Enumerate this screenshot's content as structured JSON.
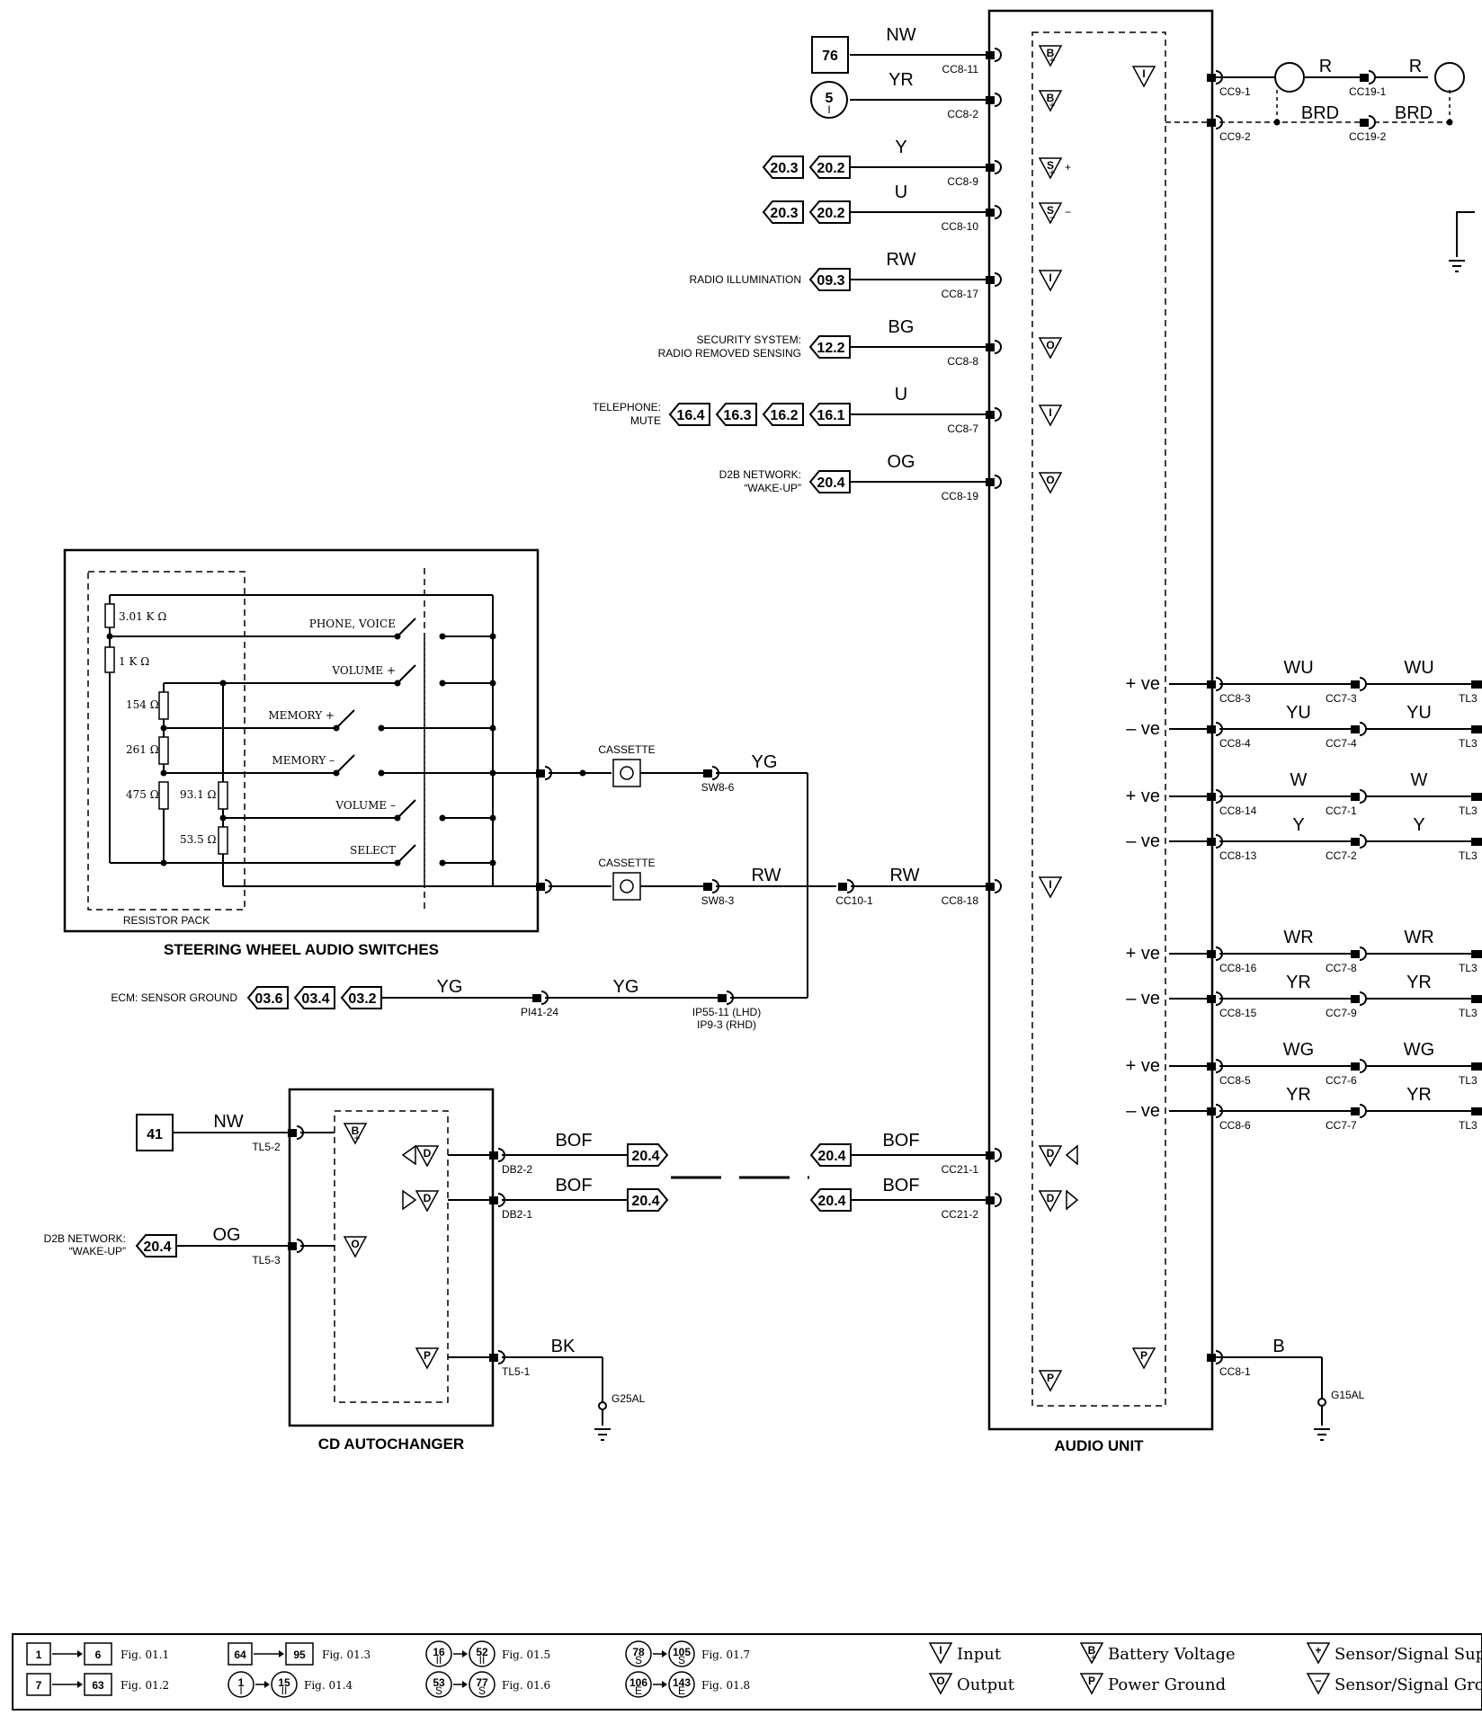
{
  "blocks": {
    "audio_unit": "AUDIO UNIT",
    "cd_autochanger": "CD AUTOCHANGER",
    "steering_switches": "STEERING WHEEL AUDIO SWITCHES",
    "resistor_pack": "RESISTOR PACK"
  },
  "audio_left_wires": [
    {
      "src": {
        "type": "square",
        "text": "76"
      },
      "wire": "NW",
      "conn": "CC8-11",
      "sym": "B",
      "pol": "+"
    },
    {
      "src": {
        "type": "circle",
        "text": "5",
        "sub": "I"
      },
      "wire": "YR",
      "conn": "CC8-2",
      "sym": "B",
      "pol": "+"
    },
    {
      "src": {
        "type": "tags",
        "tags": [
          "20.3",
          "20.2"
        ]
      },
      "wire": "Y",
      "conn": "CC8-9",
      "sym": "S",
      "pol": "+",
      "ext": "+"
    },
    {
      "src": {
        "type": "tags",
        "tags": [
          "20.3",
          "20.2"
        ]
      },
      "wire": "U",
      "conn": "CC8-10",
      "sym": "S",
      "pol": "−",
      "ext": "−"
    },
    {
      "src": {
        "type": "tags",
        "label": [
          "RADIO ILLUMINATION"
        ],
        "tags": [
          "09.3"
        ]
      },
      "wire": "RW",
      "conn": "CC8-17",
      "sym": "I",
      "pol": ""
    },
    {
      "src": {
        "type": "tags",
        "label": [
          "SECURITY SYSTEM:",
          "RADIO REMOVED SENSING"
        ],
        "tags": [
          "12.2"
        ]
      },
      "wire": "BG",
      "conn": "CC8-8",
      "sym": "O",
      "pol": ""
    },
    {
      "src": {
        "type": "tags",
        "label": [
          "TELEPHONE:",
          "MUTE"
        ],
        "tags": [
          "16.4",
          "16.3",
          "16.2",
          "16.1"
        ]
      },
      "wire": "U",
      "conn": "CC8-7",
      "sym": "I",
      "pol": ""
    },
    {
      "src": {
        "type": "tags",
        "label": [
          "D2B NETWORK:",
          "“WAKE-UP”"
        ],
        "tags": [
          "20.4"
        ]
      },
      "wire": "OG",
      "conn": "CC8-19",
      "sym": "O",
      "pol": ""
    }
  ],
  "audio_right_top": {
    "wire1": "R",
    "wire2": "BRD",
    "conn1": "CC9-1",
    "conn2": "CC9-2",
    "conn3": "CC19-1",
    "conn4": "CC19-2",
    "sym": "I"
  },
  "speakers": [
    {
      "pol": "+ ve",
      "cc8": "CC8-3",
      "wire": "WU",
      "cc7": "CC7-3",
      "tl": "TL3"
    },
    {
      "pol": "– ve",
      "cc8": "CC8-4",
      "wire": "YU",
      "cc7": "CC7-4",
      "tl": "TL3"
    },
    {
      "pol": "+ ve",
      "cc8": "CC8-14",
      "wire": "W",
      "cc7": "CC7-1",
      "tl": "TL3"
    },
    {
      "pol": "– ve",
      "cc8": "CC8-13",
      "wire": "Y",
      "cc7": "CC7-2",
      "tl": "TL3"
    },
    {
      "pol": "+ ve",
      "cc8": "CC8-16",
      "wire": "WR",
      "cc7": "CC7-8",
      "tl": "TL3"
    },
    {
      "pol": "– ve",
      "cc8": "CC8-15",
      "wire": "YR",
      "cc7": "CC7-9",
      "tl": "TL3"
    },
    {
      "pol": "+ ve",
      "cc8": "CC8-5",
      "wire": "WG",
      "cc7": "CC7-6",
      "tl": "TL3"
    },
    {
      "pol": "– ve",
      "cc8": "CC8-6",
      "wire": "YR",
      "cc7": "CC7-7",
      "tl": "TL3"
    }
  ],
  "steering": {
    "resistors": [
      "3.01 K Ω",
      "1 K Ω",
      "154 Ω",
      "261 Ω",
      "475 Ω",
      "93.1 Ω",
      "53.5 Ω"
    ],
    "switches": [
      "PHONE, VOICE",
      "VOLUME +",
      "MEMORY +",
      "MEMORY –",
      "VOLUME –",
      "SELECT"
    ],
    "cassette": "CASSETTE",
    "yg": "YG",
    "rw": "RW",
    "sw86": "SW8-6",
    "sw83": "SW8-3",
    "cc10": "CC10-1",
    "cc818": "CC8-18",
    "ecm_label": "ECM: SENSOR GROUND",
    "ecm_tags": [
      "03.6",
      "03.4",
      "03.2"
    ],
    "pi41": "PI41-24",
    "ip55": "IP55-11 (LHD)",
    "ip9": "IP9-3 (RHD)"
  },
  "cd": {
    "nw": "NW",
    "box41": "41",
    "tl52": "TL5-2",
    "d2b_label": [
      "D2B NETWORK:",
      "“WAKE-UP”"
    ],
    "d2b_tag": "20.4",
    "og": "OG",
    "tl53": "TL5-3",
    "bof": "BOF",
    "db22": "DB2-2",
    "db21": "DB2-1",
    "tag": "20.4",
    "bk": "BK",
    "tl51": "TL5-1",
    "g25": "G25AL"
  },
  "audio_bottom": {
    "bof": "BOF",
    "tag": "20.4",
    "cc211": "CC21-1",
    "cc212": "CC21-2",
    "b": "B",
    "cc81": "CC8-1",
    "g15": "G15AL"
  },
  "symbols": {
    "d": "D",
    "p": "P"
  },
  "legend": {
    "refs": [
      {
        "kind": "sq",
        "a": "1",
        "b": "6",
        "fig": "Fig. 01.1"
      },
      {
        "kind": "sq",
        "a": "7",
        "b": "63",
        "fig": "Fig. 01.2"
      },
      {
        "kind": "sq",
        "a": "64",
        "b": "95",
        "fig": "Fig. 01.3"
      },
      {
        "kind": "ci",
        "a": "1",
        "as": "I",
        "b": "15",
        "bs": "II",
        "fig": "Fig. 01.4"
      },
      {
        "kind": "ci",
        "a": "16",
        "as": "II",
        "b": "52",
        "bs": "II",
        "fig": "Fig. 01.5"
      },
      {
        "kind": "ci",
        "a": "53",
        "as": "S",
        "b": "77",
        "bs": "S",
        "fig": "Fig. 01.6"
      },
      {
        "kind": "ci",
        "a": "78",
        "as": "S",
        "b": "105",
        "bs": "S",
        "fig": "Fig. 01.7"
      },
      {
        "kind": "ci",
        "a": "106",
        "as": "E",
        "b": "143",
        "bs": "E",
        "fig": "Fig. 01.8"
      }
    ],
    "input": "Input",
    "output": "Output",
    "battery": "Battery Voltage",
    "ground": "Power Ground",
    "sensor1": "Sensor/Signal Sup",
    "sensor2": "Sensor/Signal Gro"
  }
}
